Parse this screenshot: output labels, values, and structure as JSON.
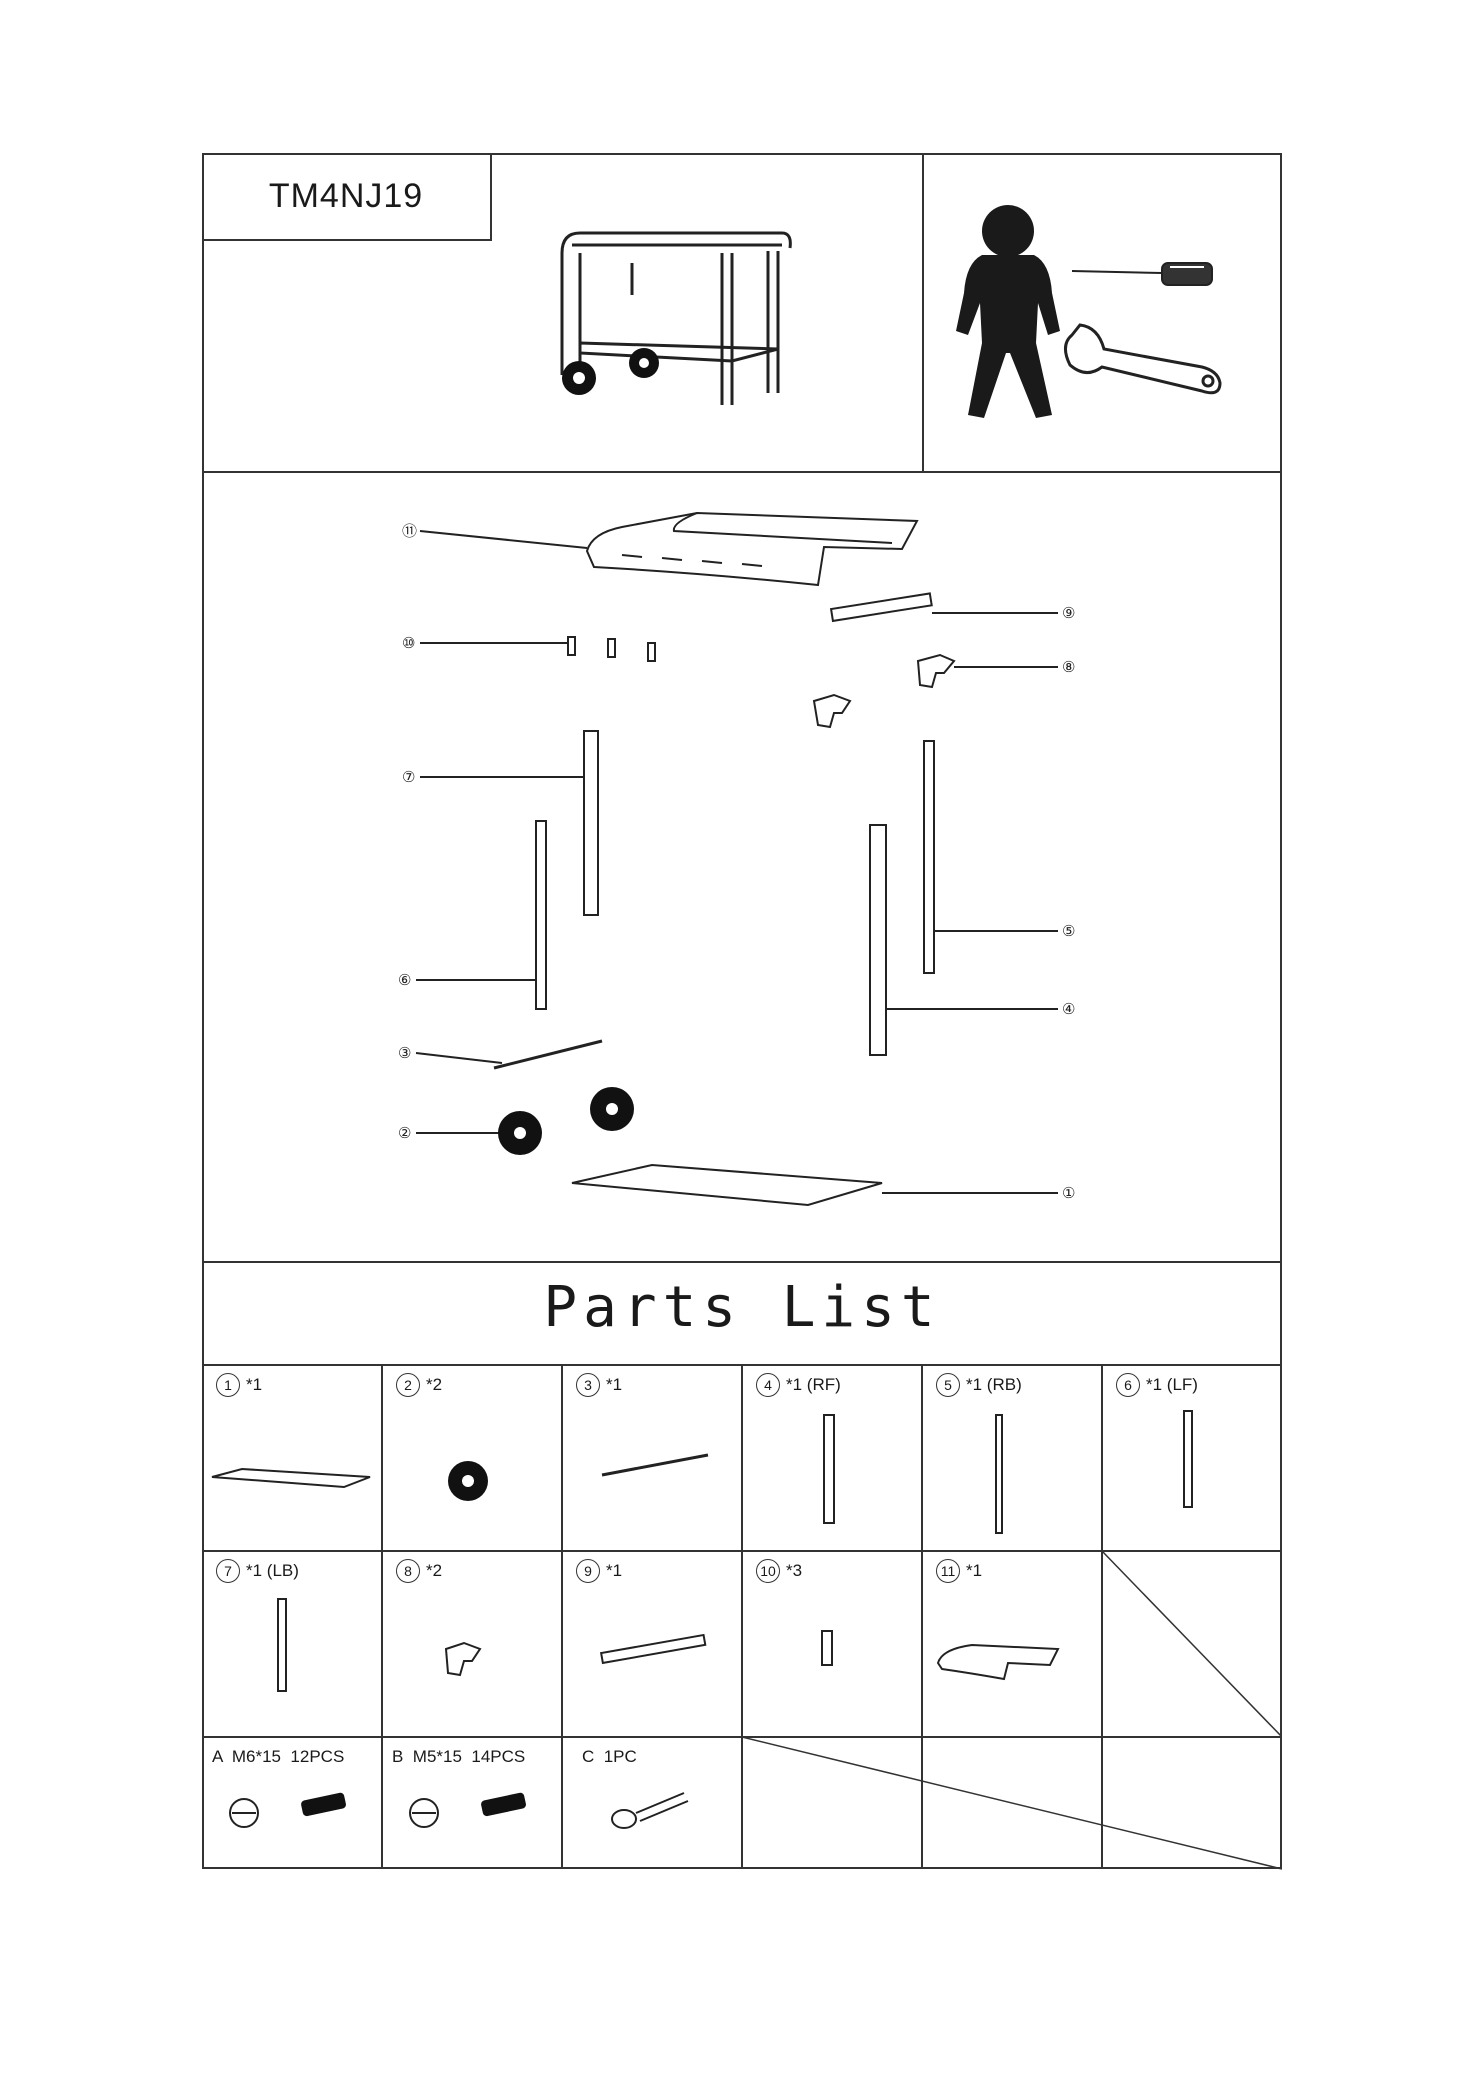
{
  "model": "TM4NJ19",
  "parts_title": "Parts List",
  "callouts": [
    "⑪",
    "⑩",
    "⑦",
    "⑥",
    "③",
    "②",
    "⑨",
    "⑧",
    "⑤",
    "④",
    "①"
  ],
  "parts": [
    {
      "num": "1",
      "qty": "*1"
    },
    {
      "num": "2",
      "qty": "*2"
    },
    {
      "num": "3",
      "qty": "*1"
    },
    {
      "num": "4",
      "qty": "*1 (RF)"
    },
    {
      "num": "5",
      "qty": "*1 (RB)"
    },
    {
      "num": "6",
      "qty": "*1 (LF)"
    },
    {
      "num": "7",
      "qty": "*1 (LB)"
    },
    {
      "num": "8",
      "qty": "*2"
    },
    {
      "num": "9",
      "qty": "*1"
    },
    {
      "num": "10",
      "qty": "*3"
    },
    {
      "num": "11",
      "qty": "*1"
    }
  ],
  "hardware": [
    {
      "label": "A  M6*15  12PCS"
    },
    {
      "label": "B  M5*15  14PCS"
    },
    {
      "label": "C  1PC"
    }
  ]
}
